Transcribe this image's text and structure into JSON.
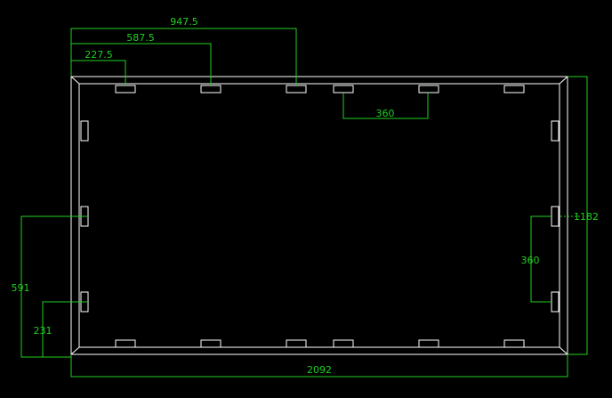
{
  "colors": {
    "background": "#000000",
    "frame": "#ffffff",
    "dimension": "#1fd11f"
  },
  "dimensions": {
    "top_947": "947.5",
    "top_587": "587.5",
    "top_227": "227.5",
    "top_spacing": "360",
    "right_height": "1182",
    "right_spacing": "360",
    "left_591": "591",
    "left_231": "231",
    "bottom_width": "2092"
  }
}
